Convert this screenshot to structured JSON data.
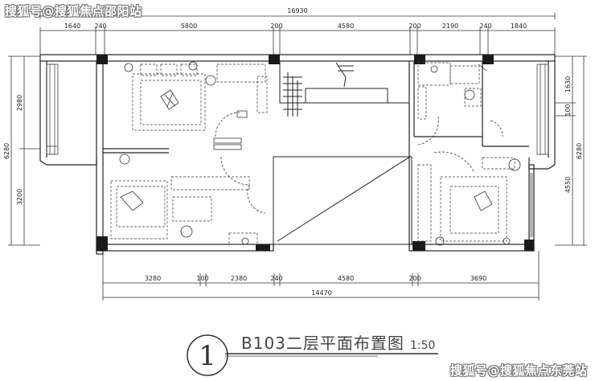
{
  "watermark_top": "搜狐号@搜狐焦点邵阳站",
  "watermark_bottom": "搜狐号@搜狐焦点东莞站",
  "plan_title": "B103二层平面布置图",
  "plan_scale": "1:50",
  "plan_number": "1",
  "dimensions": {
    "top_total": "16930",
    "top_segments": [
      "1640",
      "240",
      "5800",
      "200",
      "4580",
      "200",
      "2190",
      "240",
      "1840"
    ],
    "bottom_segments": [
      "3280",
      "100",
      "2380",
      "240",
      "4580",
      "200",
      "3690"
    ],
    "bottom_total": "14470",
    "left_total": "6280",
    "left_segments": [
      "2980",
      "3200"
    ],
    "right_total": "6280",
    "right_segments": [
      "1630",
      "100",
      "4550"
    ]
  }
}
